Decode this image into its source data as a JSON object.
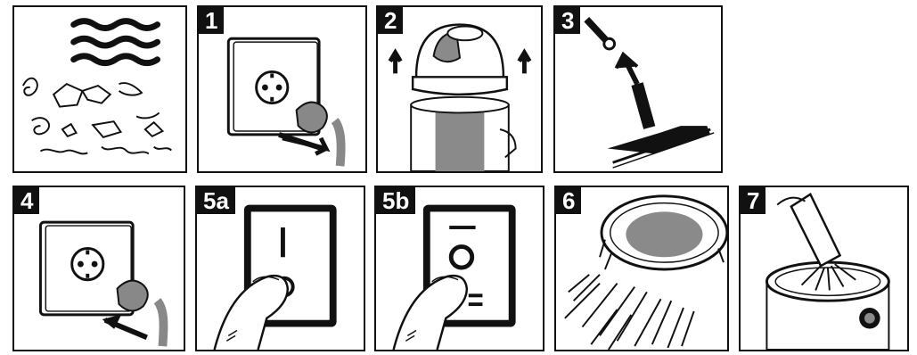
{
  "panels": {
    "intro": {
      "icon": "wet-dry-debris-illustration"
    },
    "step1": {
      "label": "1",
      "icon": "unplug-power-plug-illustration"
    },
    "step2": {
      "label": "2",
      "icon": "lift-motor-head-illustration"
    },
    "step3": {
      "label": "3",
      "icon": "wet-floor-nozzle-illustration"
    },
    "step4": {
      "label": "4",
      "icon": "plug-in-power-plug-illustration"
    },
    "step5a": {
      "label": "5a",
      "icon": "press-switch-on-illustration"
    },
    "step5b": {
      "label": "5b",
      "icon": "press-switch-off-illustration"
    },
    "step6": {
      "label": "6",
      "icon": "empty-container-illustration"
    },
    "step7": {
      "label": "7",
      "icon": "clean-filter-illustration"
    }
  },
  "colors": {
    "ink": "#111111",
    "shade": "#8a8a8a",
    "paper": "#ffffff"
  }
}
